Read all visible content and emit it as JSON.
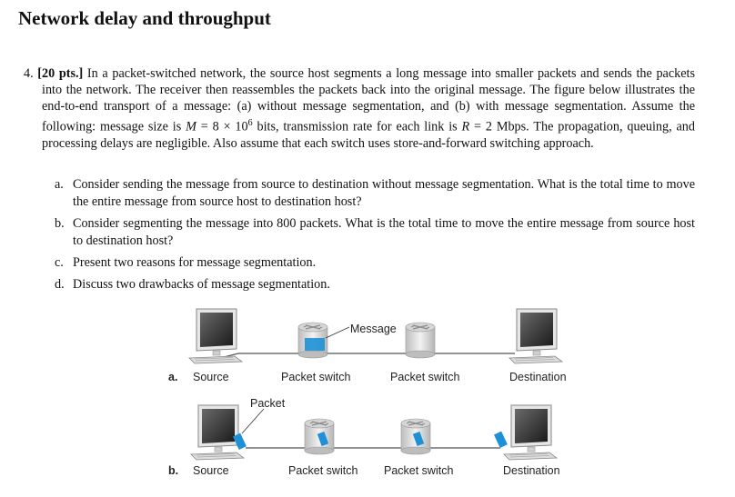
{
  "header": {
    "title": "Network delay and throughput"
  },
  "problem": {
    "number": "4.",
    "points": "[20 pts.]",
    "text_1": " In a packet-switched network, the source host segments a long message into smaller packets and sends the packets into the network. The receiver then reassembles the packets back into the original message. The figure below illustrates the end-to-end transport of a message: (a) without message segmentation, and (b) with message segmentation. Assume the following: message size is ",
    "m_var": "M",
    "m_eq": " = 8 × 10",
    "m_exp": "6",
    "text_2": " bits, transmission rate for each link is ",
    "r_var": "R",
    "r_eq": " = 2",
    "text_3": " Mbps. The propagation, queuing, and processing delays are negligible. Also assume that each switch uses store-and-forward switching approach."
  },
  "subquestions": [
    {
      "letter": "a.",
      "text": "Consider sending the message from source to destination without message segmentation. What is the total time to move the entire message from source host to destination host?"
    },
    {
      "letter": "b.",
      "text": "Consider segmenting the message into 800 packets. What is the total time to move the entire message from source host to destination host?"
    },
    {
      "letter": "c.",
      "text": "Present two reasons for message segmentation."
    },
    {
      "letter": "d.",
      "text": "Discuss two drawbacks of message segmentation."
    }
  ],
  "figure": {
    "row_a": {
      "tag": "a.",
      "labels": [
        "Source",
        "Packet switch",
        "Packet switch",
        "Destination"
      ],
      "callout": "Message"
    },
    "row_b": {
      "tag": "b.",
      "labels": [
        "Source",
        "Packet switch",
        "Packet switch",
        "Destination"
      ],
      "callout": "Packet"
    }
  },
  "colors": {
    "packet": "#1e90d6",
    "switch_body": "#c8c8c8",
    "link": "#555555"
  },
  "icons": [
    "monitor-icon",
    "keyboard-icon",
    "packet-switch-icon"
  ]
}
